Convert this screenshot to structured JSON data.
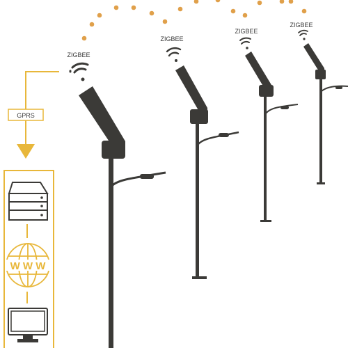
{
  "labels": {
    "zigbee": "ZIGBEE",
    "gprs": "GPRS",
    "www": "W W W"
  },
  "colors": {
    "accent": "#E8B73A",
    "dots": "#E0A04A",
    "pole": "#3b3a37",
    "text": "#3a3a3a"
  },
  "icons": [
    "wifi-signal-icon",
    "server-rack-icon",
    "globe-icon",
    "monitor-icon"
  ]
}
